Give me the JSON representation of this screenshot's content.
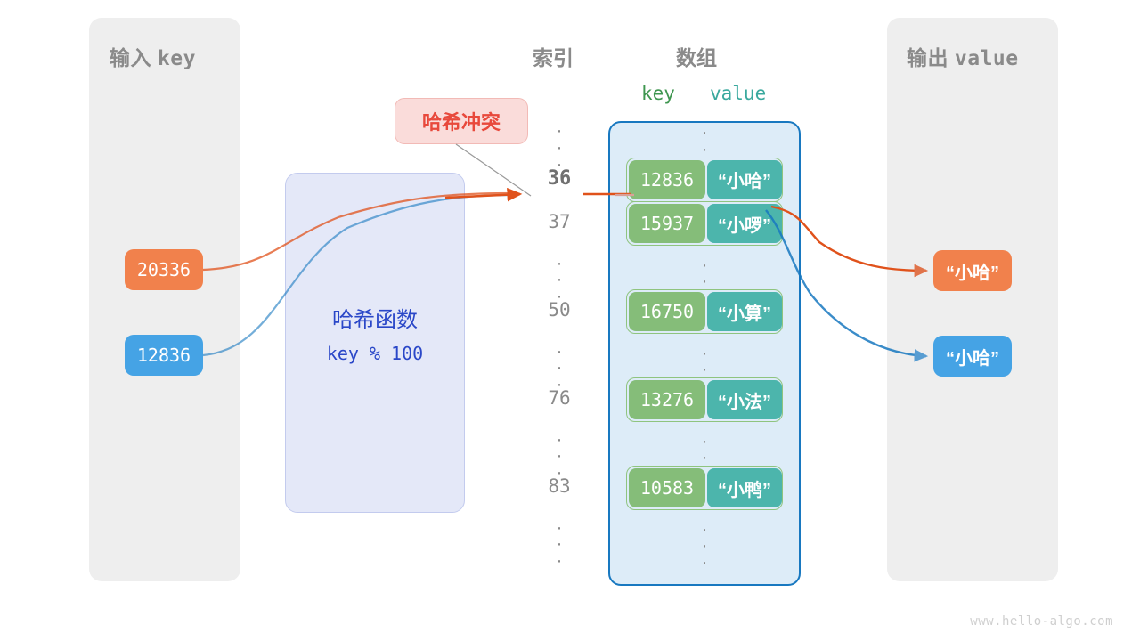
{
  "watermark": "www.hello-algo.com",
  "panels": {
    "input": {
      "title_cn": "输入",
      "title_mono": "key"
    },
    "output": {
      "title_cn": "输出",
      "title_mono": "value"
    }
  },
  "columns": {
    "index_title": "索引",
    "array_title": "数组",
    "key_header": "key",
    "value_header": "value"
  },
  "hash_function": {
    "title": "哈希函数",
    "formula": "key % 100"
  },
  "collision": {
    "label": "哈希冲突"
  },
  "input_keys": [
    {
      "value": "20336",
      "color": "#f1814c"
    },
    {
      "value": "12836",
      "color": "#45a3e5"
    }
  ],
  "output_values": [
    {
      "value": "“小哈”",
      "color": "#f1814c"
    },
    {
      "value": "“小哈”",
      "color": "#45a3e5"
    }
  ],
  "indices": [
    {
      "label": "⋮",
      "kind": "dots"
    },
    {
      "label": "36",
      "kind": "number",
      "highlight": true
    },
    {
      "label": "37",
      "kind": "number",
      "highlight": false
    },
    {
      "label": "⋮",
      "kind": "dots"
    },
    {
      "label": "50",
      "kind": "number",
      "highlight": false
    },
    {
      "label": "⋮",
      "kind": "dots"
    },
    {
      "label": "76",
      "kind": "number",
      "highlight": false
    },
    {
      "label": "⋮",
      "kind": "dots"
    },
    {
      "label": "83",
      "kind": "number",
      "highlight": false
    },
    {
      "label": "⋮",
      "kind": "dots"
    }
  ],
  "buckets": [
    {
      "key": "12836",
      "value": "“小哈”"
    },
    {
      "key": "15937",
      "value": "“小啰”"
    },
    {
      "key": "16750",
      "value": "“小算”"
    },
    {
      "key": "13276",
      "value": "“小法”"
    },
    {
      "key": "10583",
      "value": "“小鸭”"
    }
  ],
  "colors": {
    "panel_bg": "#eeeeee",
    "array_bg": "#ddecf8",
    "array_border": "#1878c0",
    "key_cell": "#85bd79",
    "value_cell": "#4cb5ac",
    "pair_border": "#8fc47f",
    "hash_box_bg": "#e4e8f8",
    "hash_text": "#2a47c8",
    "collision_bg": "#fadcda",
    "collision_text": "#e8493c",
    "orange": "#e0521b",
    "blue": "#1878c0",
    "text_gray": "#8a8a8a"
  }
}
